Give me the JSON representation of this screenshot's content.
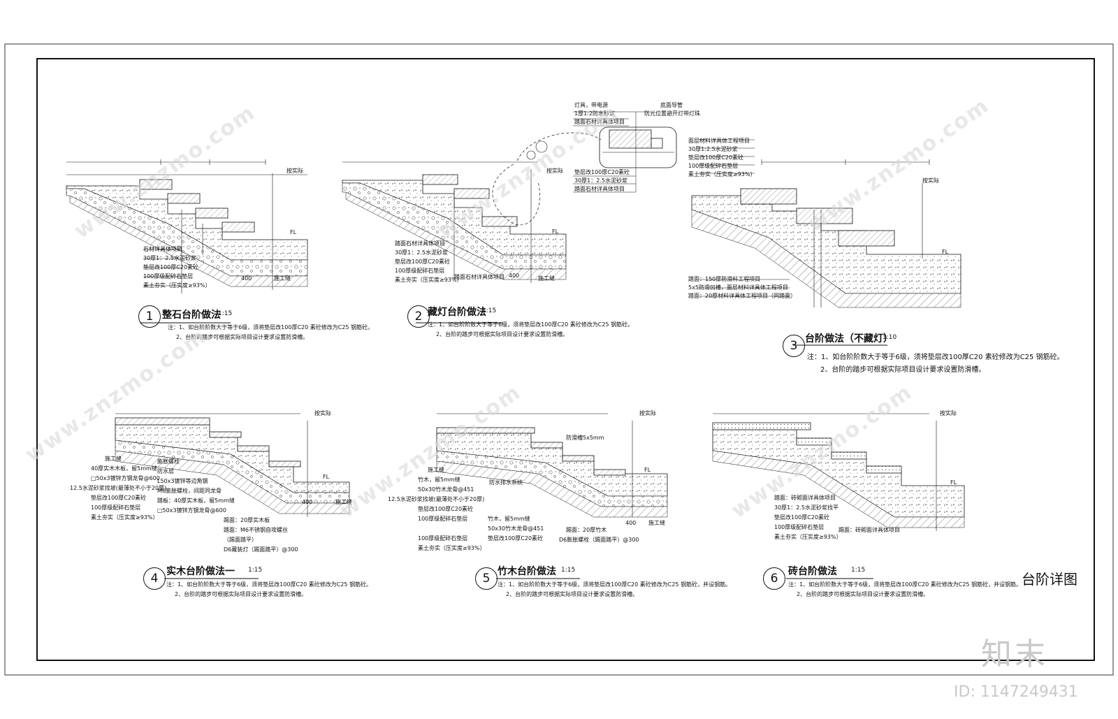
{
  "sheet_title": "台阶详图",
  "brand": "知末",
  "id_label": "ID: 1147249431",
  "watermark": "www.znzmo.com",
  "details": [
    {
      "num": "1",
      "title": "整石台阶做法",
      "scale": "1:15",
      "notes": [
        "注：1、如台阶阶数大于等于6级，须将垫层改100厚C20 素砼修改为C25 钢筋砼。",
        "2、台阶的踏步可根据实际项目设计要求设置防滑槽。"
      ],
      "labels": [
        "石材详具体项目",
        "30厚1：2.5水泥砂浆",
        "垫层改100厚C20素砼",
        "100厚级配碎石垫层",
        "素土夯实（压实度≥93%）",
        "按实际",
        "施工缝",
        "FL",
        "400"
      ]
    },
    {
      "num": "2",
      "title": "藏灯台阶做法",
      "scale": "1:15",
      "notes": [
        "注：1、如台阶阶数大于等于6级，须将垫层改100厚C20 素砼修改为C25 钢筋砼。",
        "2、台阶的踏步可根据实际项目设计要求设置防滑槽。"
      ],
      "labels": [
        "踏面石材详具体项目",
        "30厚1：2.5水泥砂浆",
        "垫层改100厚C20素砼",
        "100厚级配碎石垫层",
        "素土夯实（压实度≥93%）",
        "踏面石材详具体项目",
        "按实际",
        "施工缝",
        "FL",
        "400"
      ],
      "callout": [
        "灯具，带电源",
        "1厚1:2防水砂浆",
        "踏面石材详具体项目",
        "垫层改100厚C20素砼",
        "30厚1：2.5水泥砂浆",
        "踏面石材详具体项目",
        "底面导管",
        "防光位置避开灯带灯珠"
      ]
    },
    {
      "num": "3",
      "title": "台阶做法（不藏灯）",
      "scale": "1:10",
      "notes": [
        "注：1、如台阶阶数大于等于6级，须将垫层改100厚C20 素砼修改为C25 钢筋砼。",
        "2、台阶的踏步可根据实际项目设计要求设置防滑槽。"
      ],
      "labels": [
        "面层材料详具体工程项目",
        "30厚1:2.5水泥砂浆",
        "垫层改100厚C20素砼",
        "100厚级配碎石垫层",
        "素土夯实（压实度≥93%）",
        "踏面：150厚防滑料工程项目",
        "5x5防滑凹槽，面层材料详具体工程项目",
        "踏面：20厚材料详具体工程项目（同踏面）",
        "按实际",
        "FL"
      ]
    },
    {
      "num": "4",
      "title": "实木台阶做法一",
      "scale": "1:15",
      "notes": [
        "注：1、如台阶阶数大于等于6级，须将垫层改100厚C20 素砼修改为C25 钢筋砼。",
        "2、台阶的踏步可根据实际项目设计要求设置防滑槽。"
      ],
      "labels": [
        "施工缝",
        "40厚实木木板，留5mm缝",
        "□50x3镀锌方钢龙骨@600",
        "12.5水泥砂浆找坡(最薄处不小于20厚)",
        "垫层改100厚C20素砼",
        "100厚级配碎石垫层",
        "素土夯实（压实度≥93%）",
        "膨胀螺栓",
        "防水层",
        "L50x3镀锌等边角钢",
        "M6膨胀螺栓，间距同龙骨",
        "踏板：40厚实木板，留5mm缝",
        "□50x3镀锌方钢龙骨@600",
        "踢面：20厚实木板",
        "踏面：M6不锈钢自攻螺丝",
        "（踢面踏平）",
        "D6藏装灯（踢面踏平）@300",
        "按实际",
        "FL",
        "400",
        "施工缝"
      ]
    },
    {
      "num": "5",
      "title": "竹木台阶做法",
      "scale": "1:15",
      "notes": [
        "注：1、如台阶阶数大于等于6级，须将垫层改100厚C20 素砼修改为C25 钢筋砼，并设钢筋。",
        "2、台阶的踏步可根据实际项目设计要求设置防滑槽。"
      ],
      "labels": [
        "施工缝",
        "竹木，留5mm缝",
        "50x30竹木龙骨@451",
        "12.5水泥砂浆找坡(最薄处不小于20厚)",
        "垫层改100厚C20素砼",
        "100厚级配碎石垫层",
        "竹木，留5mm缝",
        "50x30竹木龙骨@451",
        "垫层改100厚C20素砼",
        "100厚级配碎石垫层",
        "素土夯实（压实度≥93%）",
        "防水排水系统",
        "防滑槽5x5mm",
        "踢面：20厚竹木",
        "D6膨胀螺栓（踢面踏平）@300",
        "按实际",
        "FL",
        "400",
        "施工缝"
      ]
    },
    {
      "num": "6",
      "title": "砖台阶做法",
      "scale": "1:15",
      "notes": [
        "注：1、如台阶阶数大于等于6级，须将垫层改100厚C20 素砼修改为C25 钢筋砼，并设钢筋。",
        "2、台阶的踏步可根据实际项目设计要求设置防滑槽。"
      ],
      "labels": [
        "踏面：砖砌面详具体项目",
        "30厚1：2.5水泥砂浆找平",
        "垫层改100厚C20素砼",
        "100厚级配碎石垫层",
        "素土夯实（压实度≥93%）",
        "踢面：砖砌面详具体项目",
        "按实际",
        "FL"
      ]
    }
  ]
}
